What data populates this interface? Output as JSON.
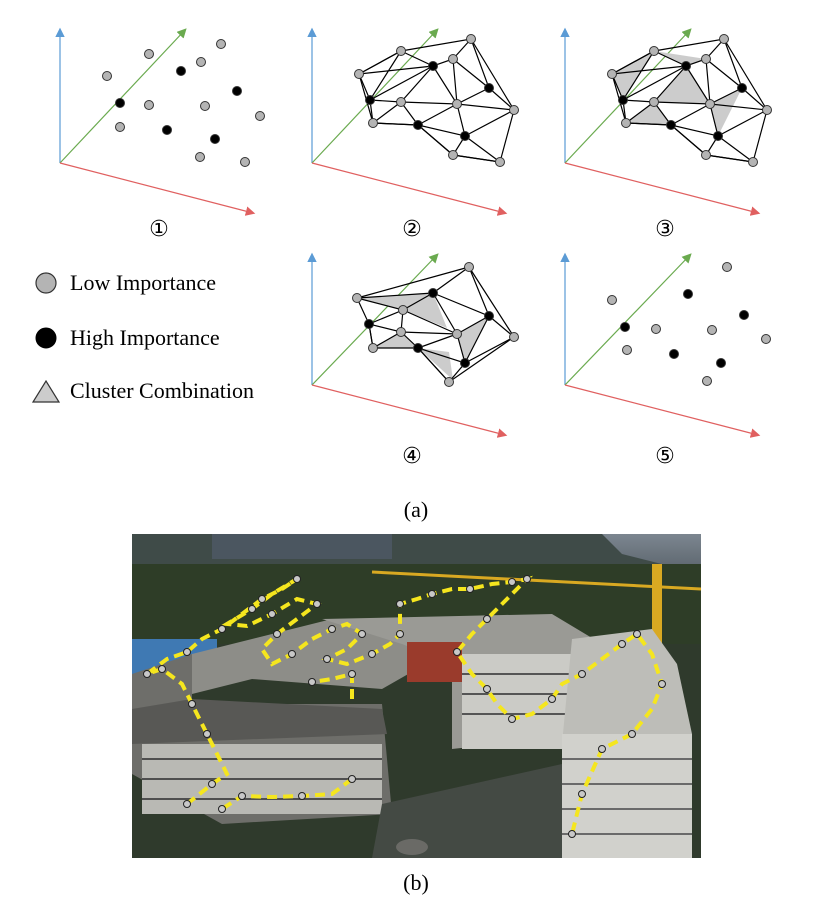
{
  "panels": [
    {
      "id": "1",
      "label": "①"
    },
    {
      "id": "2",
      "label": "②"
    },
    {
      "id": "3",
      "label": "③"
    },
    {
      "id": "4",
      "label": "④"
    },
    {
      "id": "5",
      "label": "⑤"
    }
  ],
  "legend": {
    "low": "Low Importance",
    "high": "High Importance",
    "cluster": "Cluster Combination"
  },
  "captions": {
    "a": "(a)",
    "b": "(b)"
  },
  "colors": {
    "x_axis": "#e06060",
    "y_axis": "#5b9bd5",
    "z_axis": "#6aaa4f",
    "low_node": "#b4b4b4",
    "high_node": "#000000",
    "cluster_fill": "#cccccc",
    "path": "#f5e61e"
  }
}
